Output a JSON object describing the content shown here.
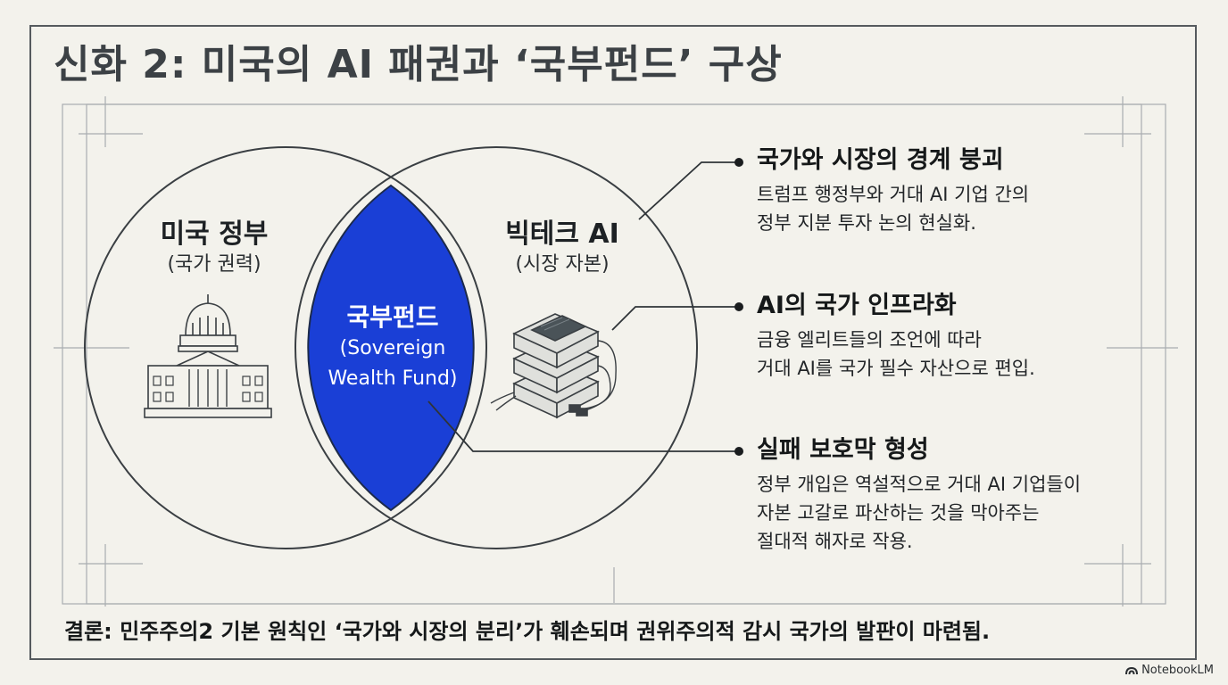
{
  "title": "신화 2: 미국의 AI 패권과 ‘국부펀드’ 구상",
  "left_circle": {
    "label": "미국 정부",
    "sublabel": "(국가 권력)",
    "icon": "capitol-building-icon"
  },
  "right_circle": {
    "label": "빅테크 AI",
    "sublabel": "(시장 자본)",
    "icon": "server-stack-icon"
  },
  "intersection": {
    "label": "국부펀드",
    "sublabel_1": "(Sovereign",
    "sublabel_2": "Wealth Fund)"
  },
  "points": [
    {
      "title": "국가와 시장의 경계 붕괴",
      "line_1": "트럼프 행정부와 거대 AI 기업 간의",
      "line_2": "정부 지분 투자 논의 현실화."
    },
    {
      "title": "AI의 국가 인프라화",
      "line_1": "금융 엘리트들의 조언에 따라",
      "line_2": "거대 AI를 국가 필수 자산으로 편입."
    },
    {
      "title": "실패 보호막 형성",
      "line_1": "정부 개입은 역설적으로 거대 AI 기업들이",
      "line_2": "자본 고갈로 파산하는 것을 막아주는",
      "line_3": "절대적 해자로 작용."
    }
  ],
  "conclusion": "결론: 민주주의2 기본 원칙인 ‘국가와 시장의 분리’가 훼손되며 권위주의적 감시 국가의 발판이 마련됨.",
  "brand": "NotebookLM",
  "colors": {
    "intersection_fill": "#1a3fd6",
    "background": "#f3f2ec",
    "line": "#3a3f43"
  }
}
